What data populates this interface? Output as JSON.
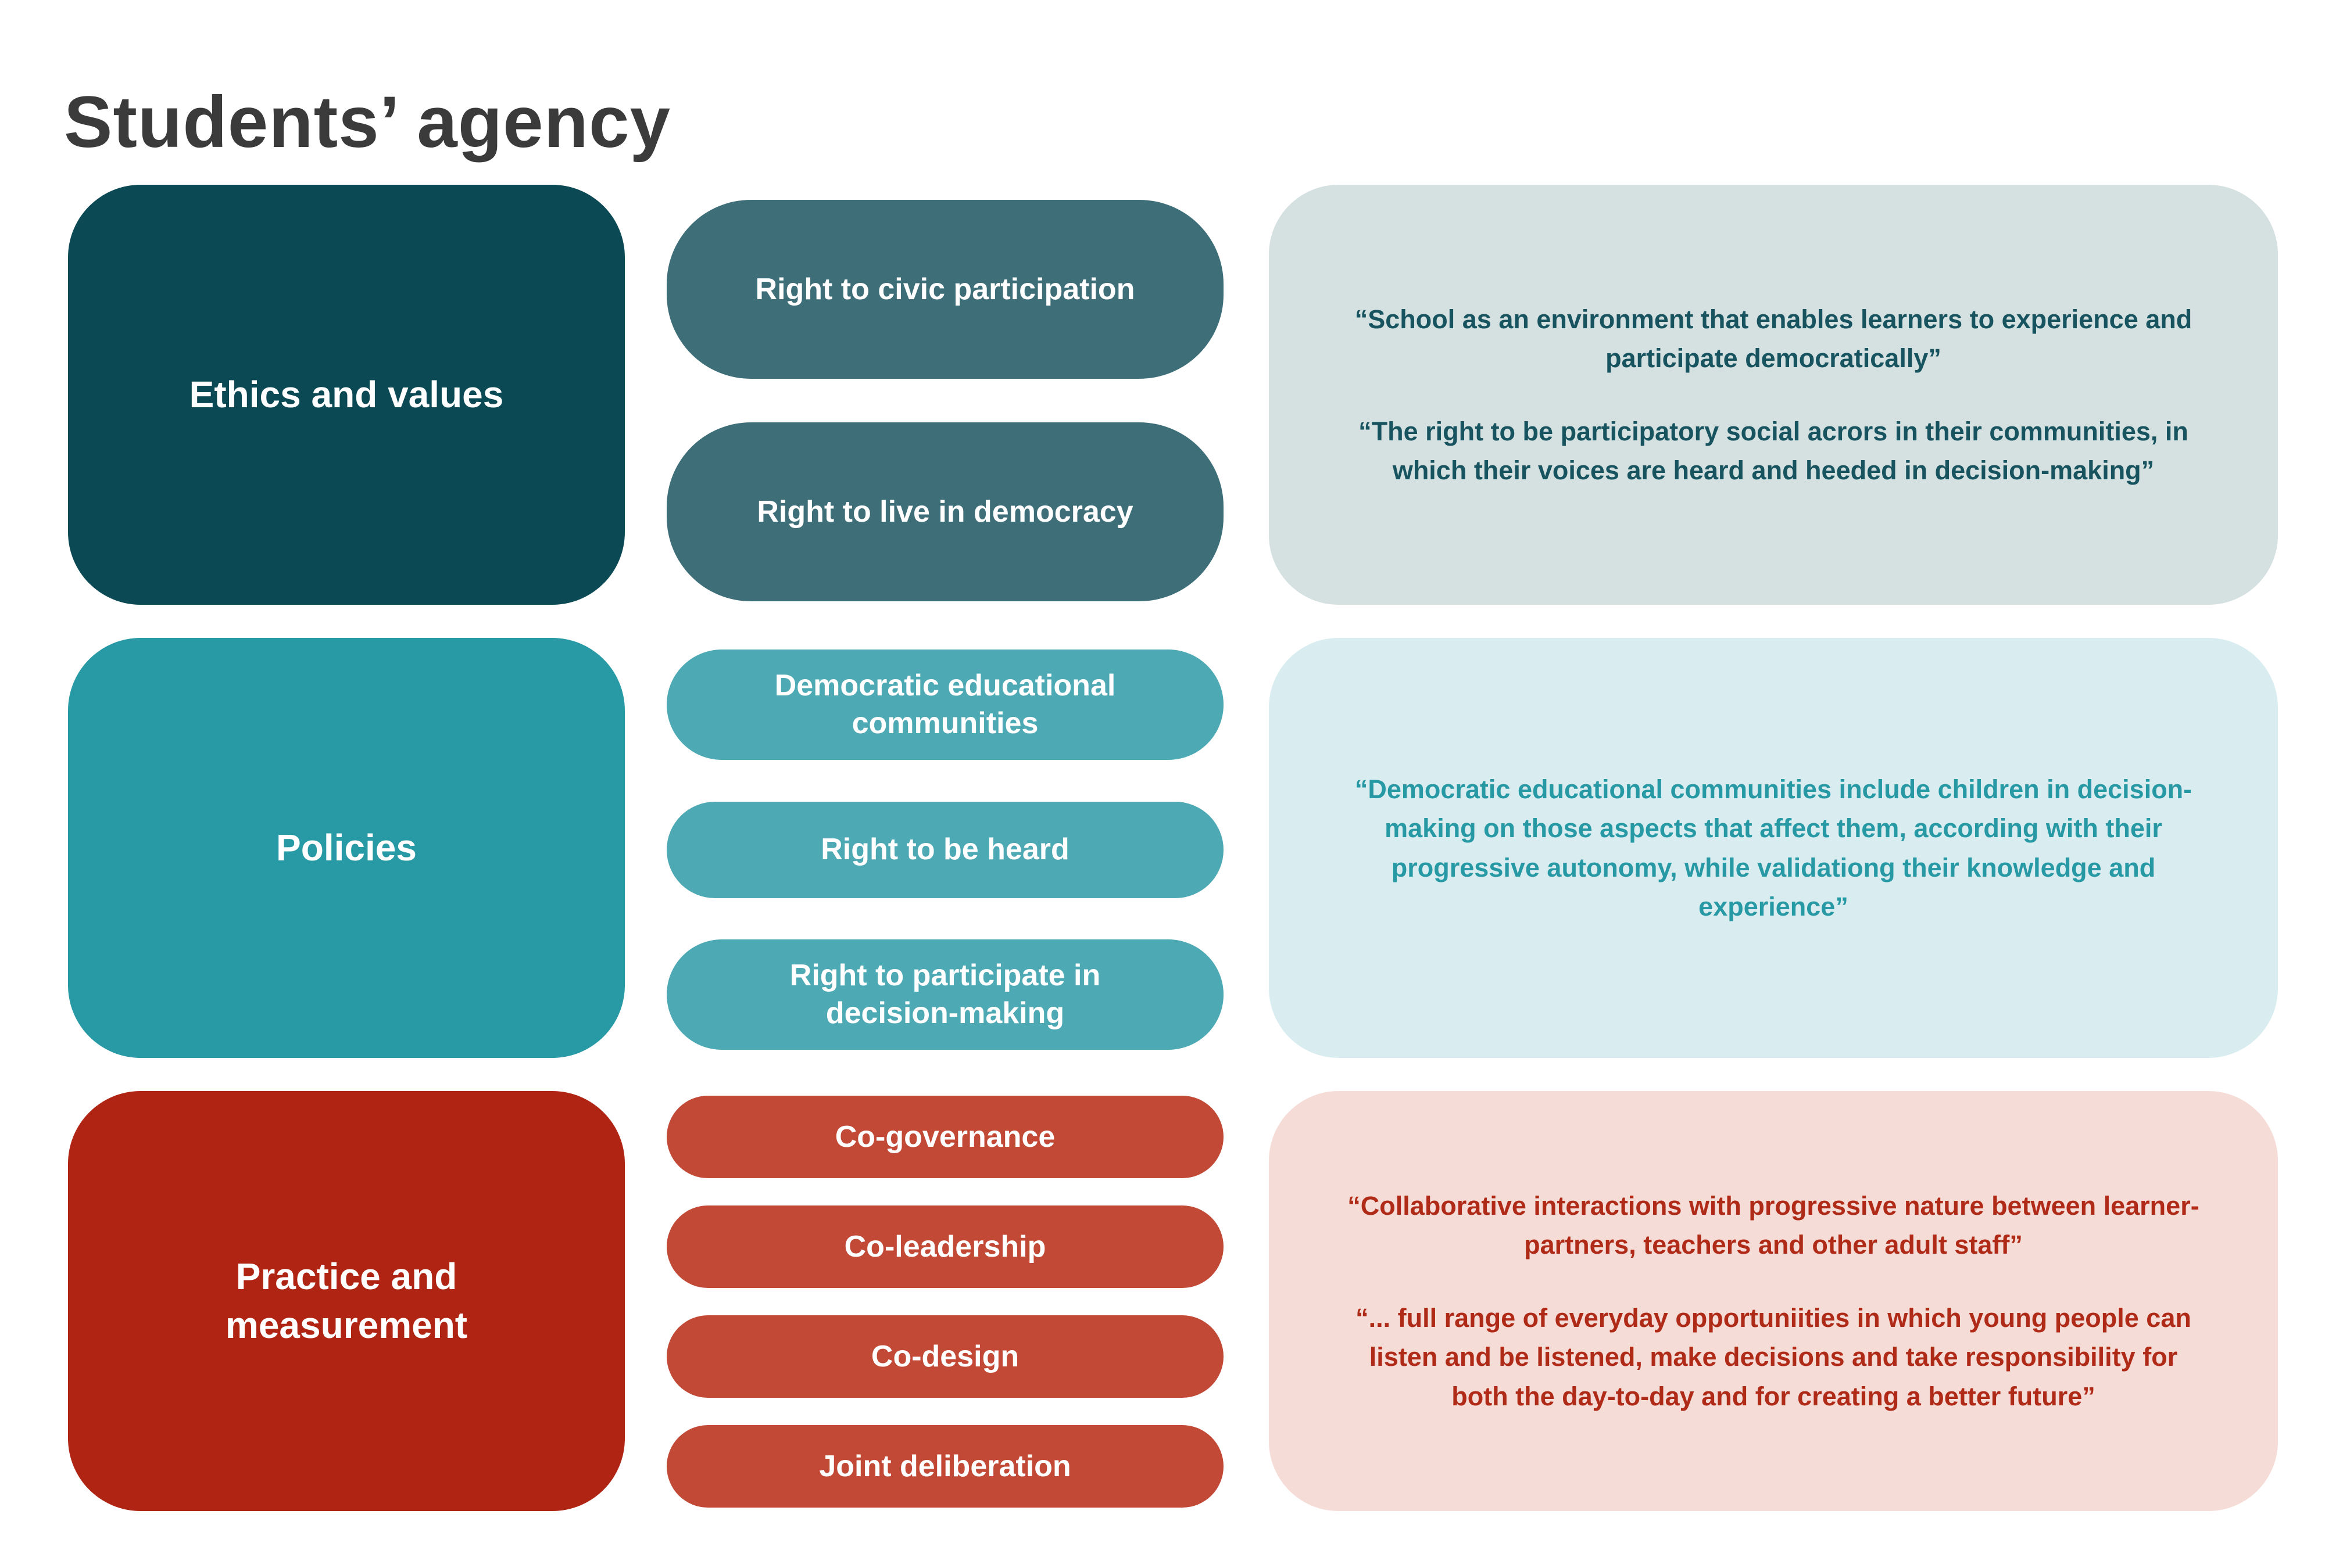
{
  "page": {
    "title": "Students’ agency",
    "title_color": "#3b3b3b",
    "background": "#ffffff"
  },
  "rows": [
    {
      "name": "ethics-and-values",
      "category": "Ethics and values",
      "colors": {
        "category_bg": "#0b4a54",
        "category_text": "#ffffff",
        "pill_bg": "#3e6f79",
        "pill_text": "#ffffff",
        "quote_bg": "#d5e0e0",
        "quote_text": "#175460"
      },
      "pills": [
        "Right to civic participation",
        "Right to live in democracy"
      ],
      "quotes": [
        "“School as an environment that enables learners to experience and participate democratically”",
        "“The right to be participatory social acrors in their communities, in which their voices are heard and heeded in decision-making”"
      ]
    },
    {
      "name": "policies",
      "category": "Policies",
      "colors": {
        "category_bg": "#279aa5",
        "category_text": "#ffffff",
        "pill_bg": "#4da9b3",
        "pill_text": "#ffffff",
        "quote_bg": "#d9edf0",
        "quote_text": "#2799a4"
      },
      "pills": [
        "Democratic educational communities",
        "Right to be heard",
        "Right to participate in decision-making"
      ],
      "quotes": [
        "“Democratic educational communities include children in decision-making on those aspects that affect them, according with their progressive autonomy, while validationg their knowledge and experience”"
      ]
    },
    {
      "name": "practice-and-measurement",
      "category": "Practice and measurement",
      "colors": {
        "category_bg": "#b02413",
        "category_text": "#ffffff",
        "pill_bg": "#c14936",
        "pill_text": "#ffffff",
        "quote_bg": "#f5dcd7",
        "quote_text": "#b02a18"
      },
      "pills": [
        "Co-governance",
        "Co-leadership",
        "Co-design",
        "Joint deliberation"
      ],
      "quotes": [
        "“Collaborative interactions with progressive nature between learner-partners, teachers and other adult staff”",
        "“... full range of everyday opportuniities in which young people can listen and be listened, make decisions and take responsibility for both the day-to-day and for creating a better future”"
      ]
    }
  ]
}
